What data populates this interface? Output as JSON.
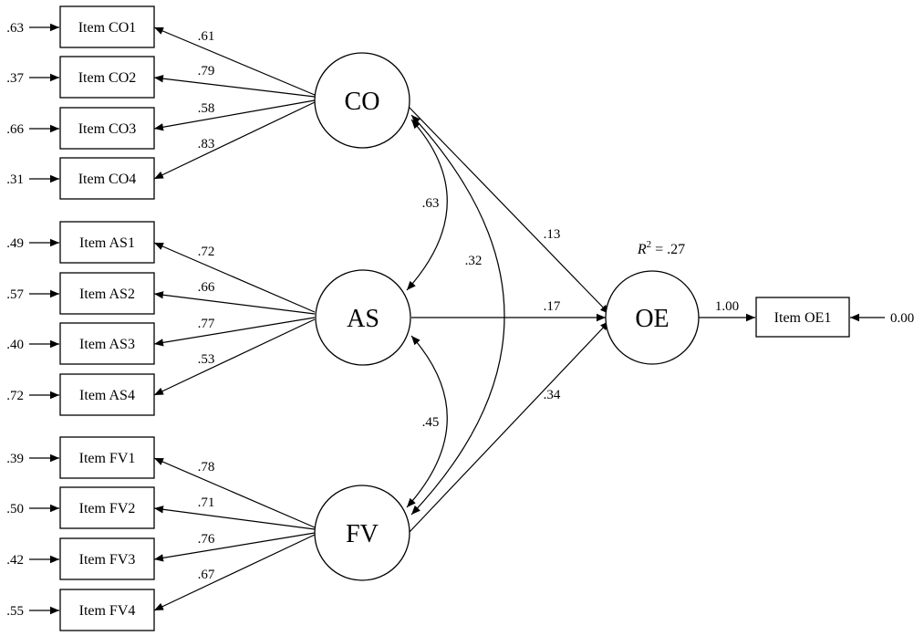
{
  "diagram": {
    "latents": {
      "co": "CO",
      "as": "AS",
      "fv": "FV",
      "oe": "OE"
    },
    "items": [
      {
        "label": "Item CO1",
        "error": ".63",
        "loading": ".61"
      },
      {
        "label": "Item CO2",
        "error": ".37",
        "loading": ".79"
      },
      {
        "label": "Item CO3",
        "error": ".66",
        "loading": ".58"
      },
      {
        "label": "Item CO4",
        "error": ".31",
        "loading": ".83"
      },
      {
        "label": "Item AS1",
        "error": ".49",
        "loading": ".72"
      },
      {
        "label": "Item AS2",
        "error": ".57",
        "loading": ".66"
      },
      {
        "label": "Item AS3",
        "error": ".40",
        "loading": ".77"
      },
      {
        "label": "Item AS4",
        "error": ".72",
        "loading": ".53"
      },
      {
        "label": "Item FV1",
        "error": ".39",
        "loading": ".78"
      },
      {
        "label": "Item FV2",
        "error": ".50",
        "loading": ".71"
      },
      {
        "label": "Item FV3",
        "error": ".42",
        "loading": ".76"
      },
      {
        "label": "Item FV4",
        "error": ".55",
        "loading": ".67"
      }
    ],
    "paths": {
      "co_oe": ".13",
      "as_oe": ".17",
      "fv_oe": ".34"
    },
    "correlations": {
      "co_as": ".63",
      "as_fv": ".45",
      "co_fv": ".32"
    },
    "r_squared": {
      "symbol": "R",
      "exponent": "2",
      "value": " = .27"
    },
    "outcome": {
      "label": "Item OE1",
      "loading": "1.00",
      "error": "0.00"
    }
  }
}
